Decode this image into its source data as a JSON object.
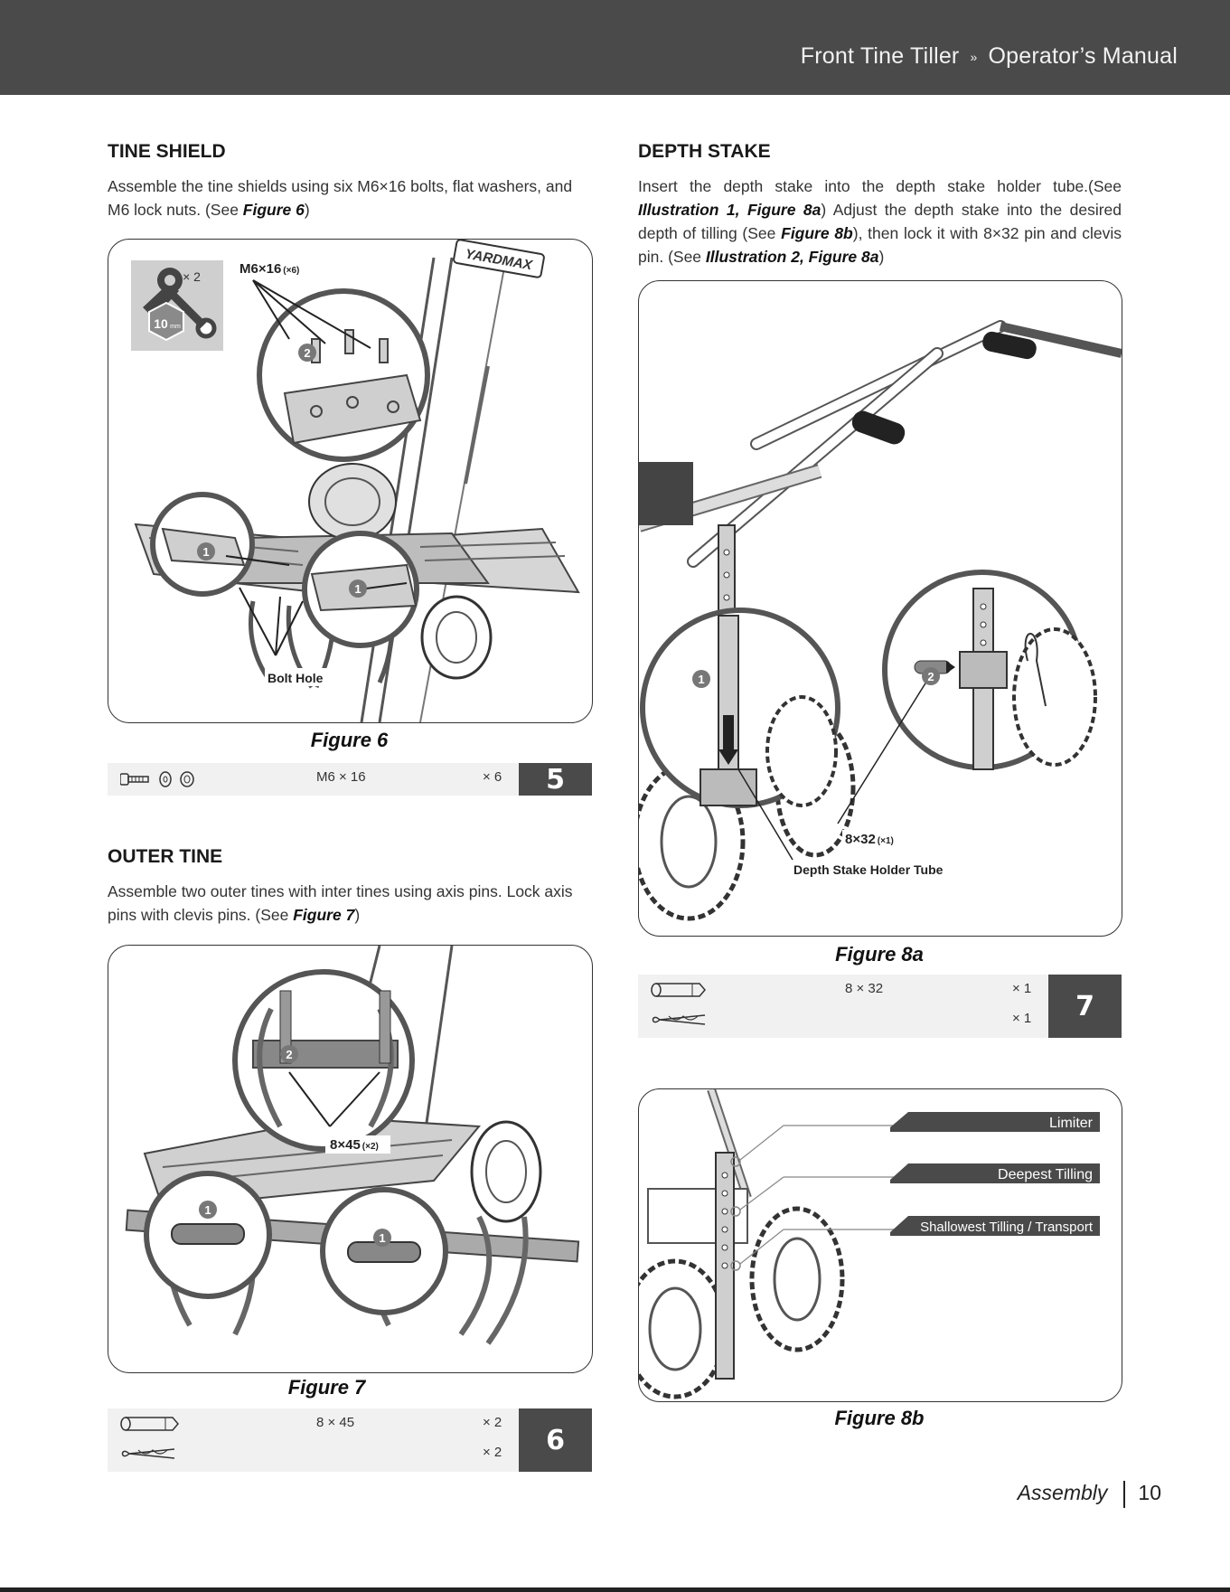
{
  "header": {
    "product": "Front Tine Tiller",
    "separator": "»",
    "manual": "Operator’s Manual"
  },
  "tine_shield": {
    "heading": "TINE SHIELD",
    "text_1": "Assemble the tine shields using six M6×16 bolts, flat washers, and M6 lock nuts. (See ",
    "text_ref": "Figure 6",
    "text_2": ")",
    "figure": {
      "tool_count": "× 2",
      "tool_size": "10",
      "tool_unit": "mm",
      "bolt_label": "M6×16",
      "bolt_count": "(×6)",
      "brand": "YARDMAX",
      "callout_1": "1",
      "callout_2": "2",
      "bolt_hole": "Bolt Hole"
    },
    "caption": "Figure 6",
    "parts": {
      "spec": "M6 × 16",
      "qty": "× 6",
      "step": "5"
    }
  },
  "outer_tine": {
    "heading": "OUTER TINE",
    "text_1": "Assemble two outer tines with inter tines using axis pins. Lock axis pins with clevis pins. (See ",
    "text_ref": "Figure 7",
    "text_2": ")",
    "figure": {
      "pin_label": "8×45",
      "pin_count": "(×2)",
      "callout_1": "1",
      "callout_2": "2"
    },
    "caption": "Figure 7",
    "parts": {
      "spec": "8 × 45",
      "qty_1": "× 2",
      "qty_2": "× 2",
      "step": "6"
    }
  },
  "depth_stake": {
    "heading": "DEPTH STAKE",
    "t1": "Insert the depth stake into the depth stake holder tube.(See ",
    "r1": "Illustration 1, Figure 8a",
    "t2": ") Adjust the depth stake into the desired depth of tilling (See ",
    "r2": "Figure 8b",
    "t3": "), then lock it with 8×32 pin and clevis pin. (See ",
    "r3": "Illustration 2, Figure 8a",
    "t4": ")",
    "figure_a": {
      "pin_label": "8×32",
      "pin_count": "(×1)",
      "tube_label": "Depth Stake Holder Tube",
      "callout_1": "1",
      "callout_2": "2"
    },
    "caption_a": "Figure 8a",
    "parts": {
      "spec": "8 × 32",
      "qty_1": "× 1",
      "qty_2": "× 1",
      "step": "7"
    },
    "figure_b": {
      "limiter": "Limiter",
      "deepest": "Deepest Tilling",
      "shallowest": "Shallowest Tilling / Transport"
    },
    "caption_b": "Figure 8b"
  },
  "footer": {
    "section": "Assembly",
    "page": "10"
  }
}
